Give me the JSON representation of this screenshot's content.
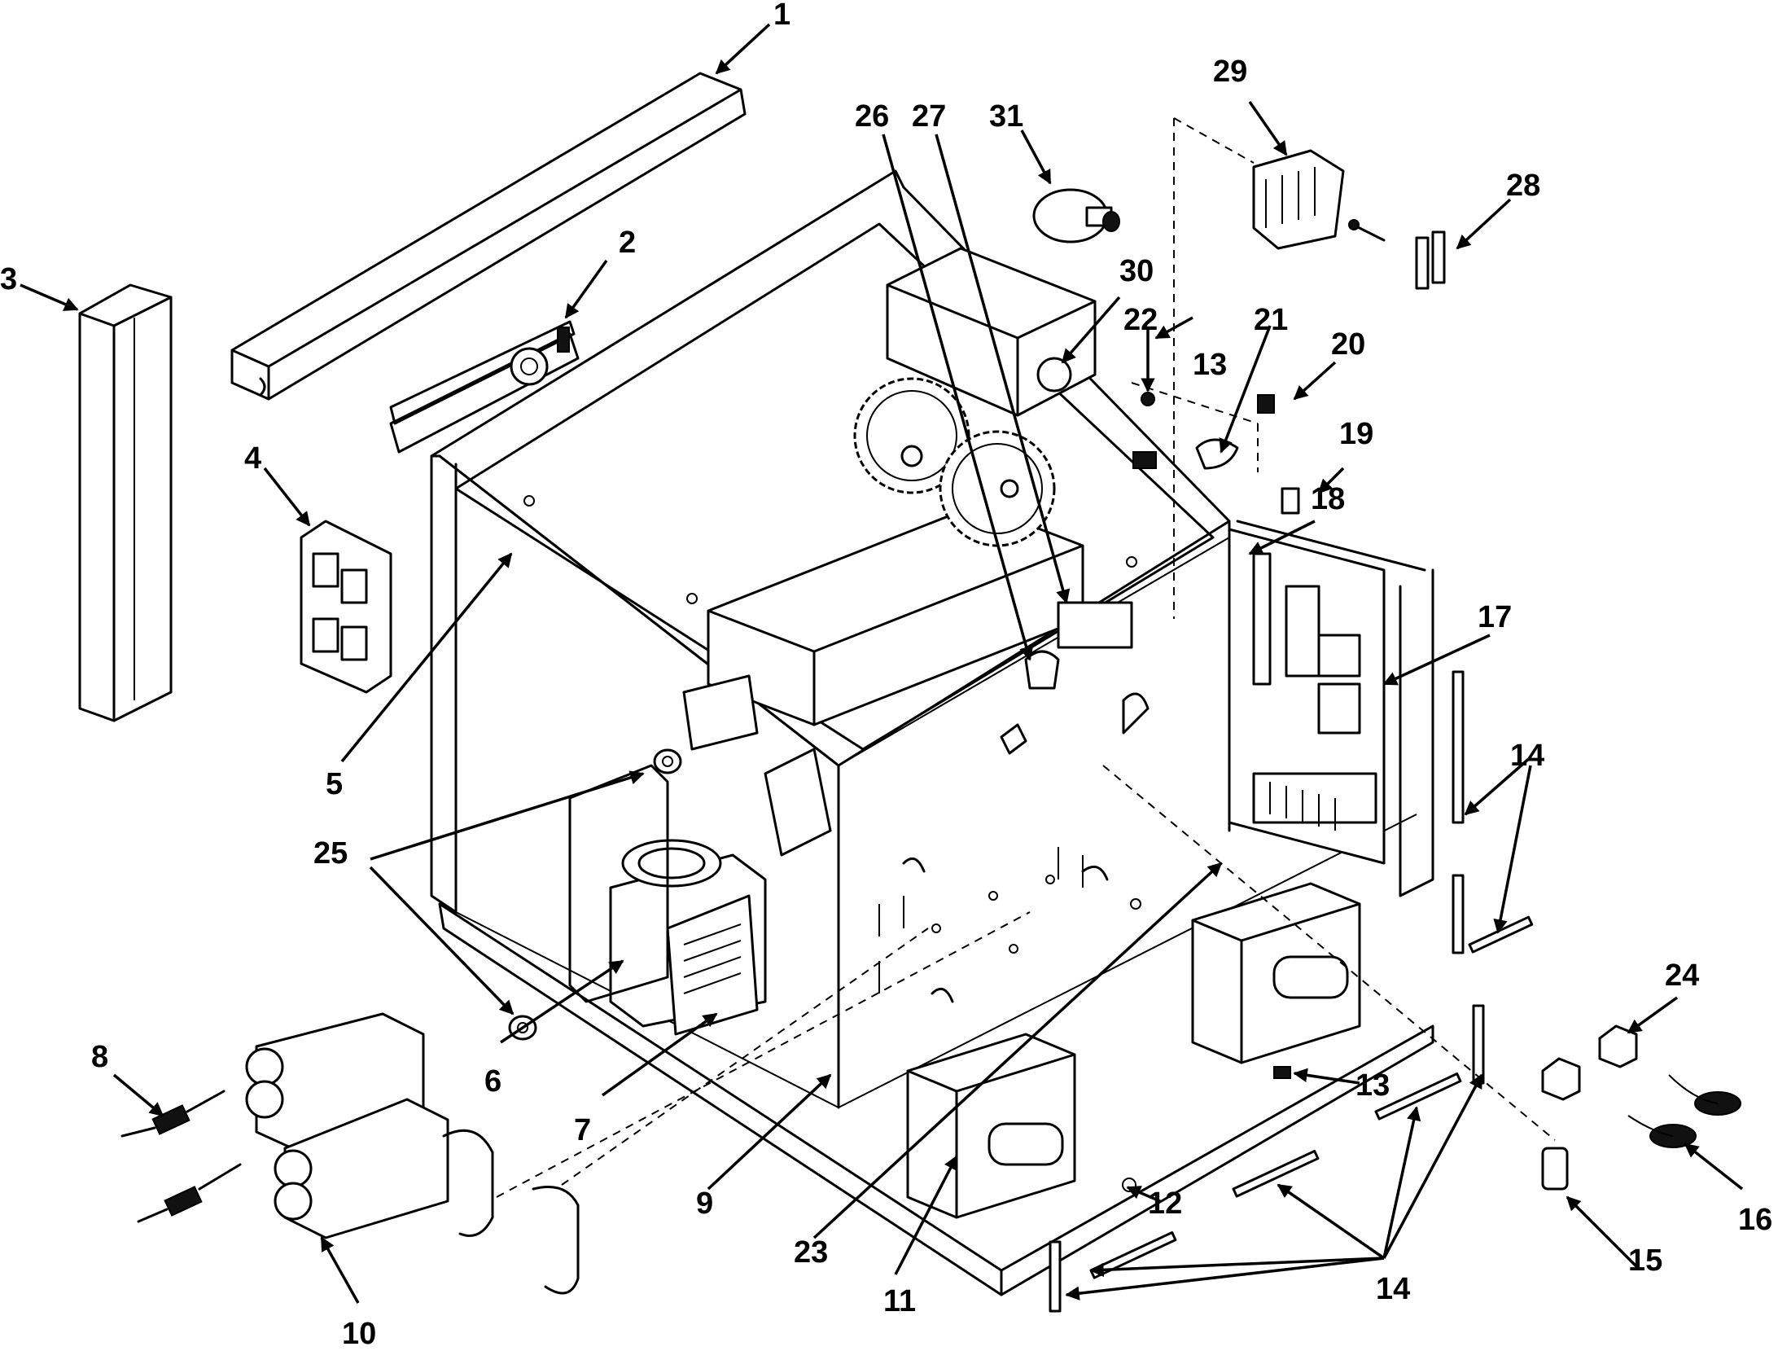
{
  "diagram": {
    "callouts": [
      {
        "id": "c1",
        "text": "1"
      },
      {
        "id": "c2",
        "text": "2"
      },
      {
        "id": "c3",
        "text": "3"
      },
      {
        "id": "c4",
        "text": "4"
      },
      {
        "id": "c5",
        "text": "5"
      },
      {
        "id": "c6",
        "text": "6"
      },
      {
        "id": "c7",
        "text": "7"
      },
      {
        "id": "c8",
        "text": "8"
      },
      {
        "id": "c9",
        "text": "9"
      },
      {
        "id": "c10",
        "text": "10"
      },
      {
        "id": "c11",
        "text": "11"
      },
      {
        "id": "c12",
        "text": "12"
      },
      {
        "id": "c13a",
        "text": "13"
      },
      {
        "id": "c13b",
        "text": "13"
      },
      {
        "id": "c14a",
        "text": "14"
      },
      {
        "id": "c14b",
        "text": "14"
      },
      {
        "id": "c15",
        "text": "15"
      },
      {
        "id": "c16",
        "text": "16"
      },
      {
        "id": "c17",
        "text": "17"
      },
      {
        "id": "c18",
        "text": "18"
      },
      {
        "id": "c19",
        "text": "19"
      },
      {
        "id": "c20",
        "text": "20"
      },
      {
        "id": "c21",
        "text": "21"
      },
      {
        "id": "c22",
        "text": "22"
      },
      {
        "id": "c23",
        "text": "23"
      },
      {
        "id": "c24",
        "text": "24"
      },
      {
        "id": "c25",
        "text": "25"
      },
      {
        "id": "c26",
        "text": "26"
      },
      {
        "id": "c27",
        "text": "27"
      },
      {
        "id": "c28",
        "text": "28"
      },
      {
        "id": "c29",
        "text": "29"
      },
      {
        "id": "c30",
        "text": "30"
      },
      {
        "id": "c31",
        "text": "31"
      }
    ]
  }
}
